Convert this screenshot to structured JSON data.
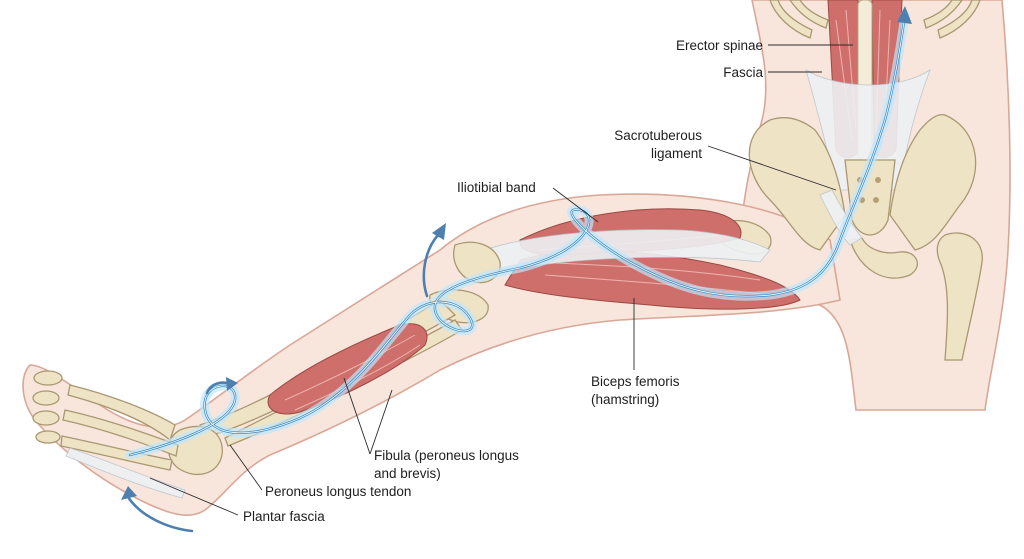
{
  "labels": {
    "erector_spinae": "Erector spinae",
    "fascia": "Fascia",
    "sacrotuberous_line1": "Sacrotuberous",
    "sacrotuberous_line2": "ligament",
    "iliotibial_band": "Iliotibial band",
    "biceps_line1": "Biceps femoris",
    "biceps_line2": "(hamstring)",
    "fibula_line1": "Fibula (peroneus longus",
    "fibula_line2": "and brevis)",
    "peroneus_tendon": "Peroneus longus tendon",
    "plantar_fascia": "Plantar fascia"
  },
  "colors": {
    "skin": "#f8e6dc",
    "bone": "#efe3c6",
    "muscle": "#cf6f6b",
    "fascial_line": "#3d8fc6",
    "arrow": "#4e7fae"
  }
}
